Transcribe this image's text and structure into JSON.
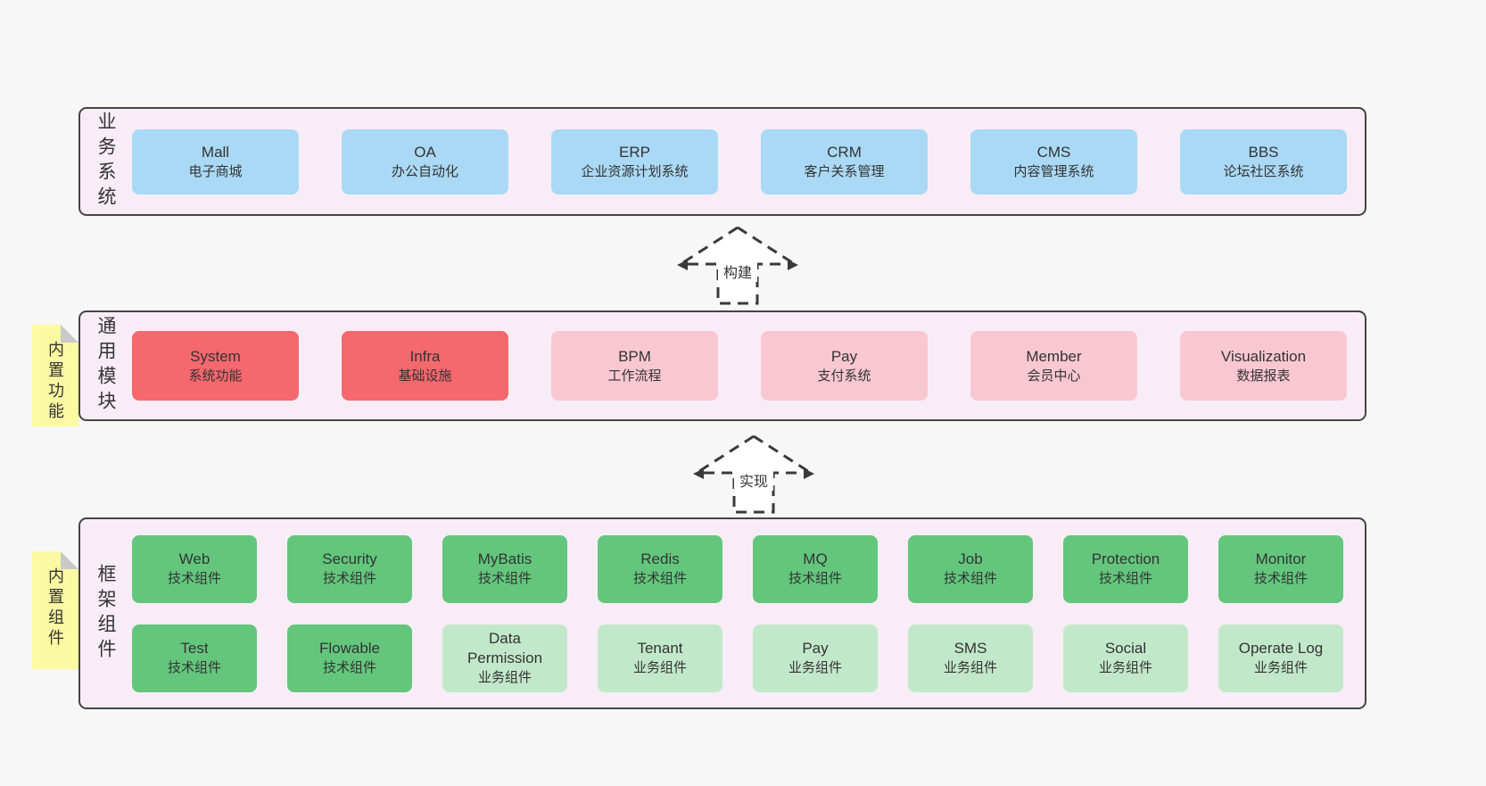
{
  "palette": {
    "background": "#f7f7f7",
    "panel_background": "#f8edf6",
    "panel_border": "#454545",
    "business_blue": "#aad9f5",
    "core_red": "#f5686e",
    "module_pink": "#f9c7d2",
    "tech_green": "#63c67c",
    "biz_light_green": "#c2e8ca",
    "sticky_yellow": "#fbf9a2",
    "sticky_fold": "#c9c9c9",
    "text": "#333333"
  },
  "arrows": [
    {
      "label": "构建"
    },
    {
      "label": "实现"
    }
  ],
  "layers": [
    {
      "label": "业务系统",
      "rows": [
        [
          {
            "name": "Mall",
            "desc": "电子商城",
            "variant": "blue"
          },
          {
            "name": "OA",
            "desc": "办公自动化",
            "variant": "blue"
          },
          {
            "name": "ERP",
            "desc": "企业资源计划系统",
            "variant": "blue"
          },
          {
            "name": "CRM",
            "desc": "客户关系管理",
            "variant": "blue"
          },
          {
            "name": "CMS",
            "desc": "内容管理系统",
            "variant": "blue"
          },
          {
            "name": "BBS",
            "desc": "论坛社区系统",
            "variant": "blue"
          }
        ]
      ]
    },
    {
      "label": "通用模块",
      "sticky": "内置功能",
      "rows": [
        [
          {
            "name": "System",
            "desc": "系统功能",
            "variant": "red"
          },
          {
            "name": "Infra",
            "desc": "基础设施",
            "variant": "red"
          },
          {
            "name": "BPM",
            "desc": "工作流程",
            "variant": "pink"
          },
          {
            "name": "Pay",
            "desc": "支付系统",
            "variant": "pink"
          },
          {
            "name": "Member",
            "desc": "会员中心",
            "variant": "pink"
          },
          {
            "name": "Visualization",
            "desc": "数据报表",
            "variant": "pink"
          }
        ]
      ]
    },
    {
      "label": "框架组件",
      "sticky": "内置组件",
      "rows": [
        [
          {
            "name": "Web",
            "desc": "技术组件",
            "variant": "green"
          },
          {
            "name": "Security",
            "desc": "技术组件",
            "variant": "green"
          },
          {
            "name": "MyBatis",
            "desc": "技术组件",
            "variant": "green"
          },
          {
            "name": "Redis",
            "desc": "技术组件",
            "variant": "green"
          },
          {
            "name": "MQ",
            "desc": "技术组件",
            "variant": "green"
          },
          {
            "name": "Job",
            "desc": "技术组件",
            "variant": "green"
          },
          {
            "name": "Protection",
            "desc": "技术组件",
            "variant": "green"
          },
          {
            "name": "Monitor",
            "desc": "技术组件",
            "variant": "green"
          }
        ],
        [
          {
            "name": "Test",
            "desc": "技术组件",
            "variant": "green"
          },
          {
            "name": "Flowable",
            "desc": "技术组件",
            "variant": "green"
          },
          {
            "name": "Data Permission",
            "desc": "业务组件",
            "variant": "lightgreen"
          },
          {
            "name": "Tenant",
            "desc": "业务组件",
            "variant": "lightgreen"
          },
          {
            "name": "Pay",
            "desc": "业务组件",
            "variant": "lightgreen"
          },
          {
            "name": "SMS",
            "desc": "业务组件",
            "variant": "lightgreen"
          },
          {
            "name": "Social",
            "desc": "业务组件",
            "variant": "lightgreen"
          },
          {
            "name": "Operate Log",
            "desc": "业务组件",
            "variant": "lightgreen"
          }
        ]
      ]
    }
  ]
}
